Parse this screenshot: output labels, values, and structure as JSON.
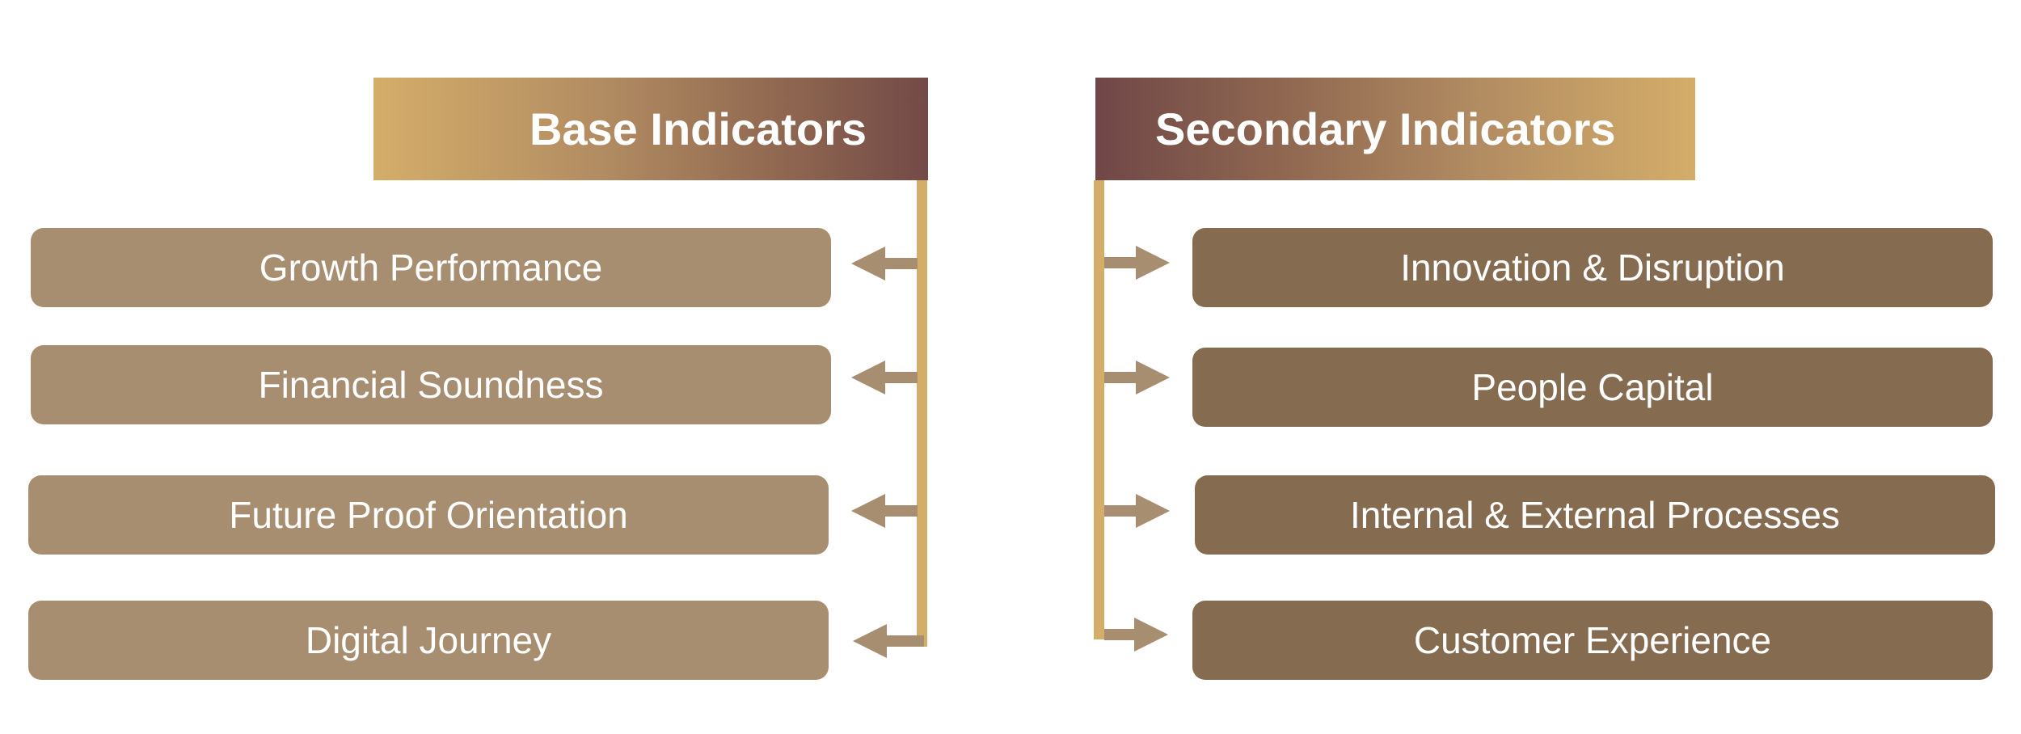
{
  "colors": {
    "trunk": "#d3ad69",
    "arrow": "#a88e70",
    "left_box": "#a88e70",
    "right_box": "#856b50",
    "header_gold": "#d4ad6a",
    "header_maroon": "#734a47",
    "text": "#ffffff"
  },
  "left_group": {
    "title": "Base Indicators",
    "items": [
      {
        "label": "Growth Performance"
      },
      {
        "label": "Financial Soundness"
      },
      {
        "label": "Future Proof Orientation"
      },
      {
        "label": "Digital Journey"
      }
    ]
  },
  "right_group": {
    "title": "Secondary Indicators",
    "items": [
      {
        "label": "Innovation & Disruption"
      },
      {
        "label": "People Capital"
      },
      {
        "label": "Internal & External Processes"
      },
      {
        "label": "Customer Experience"
      }
    ]
  }
}
